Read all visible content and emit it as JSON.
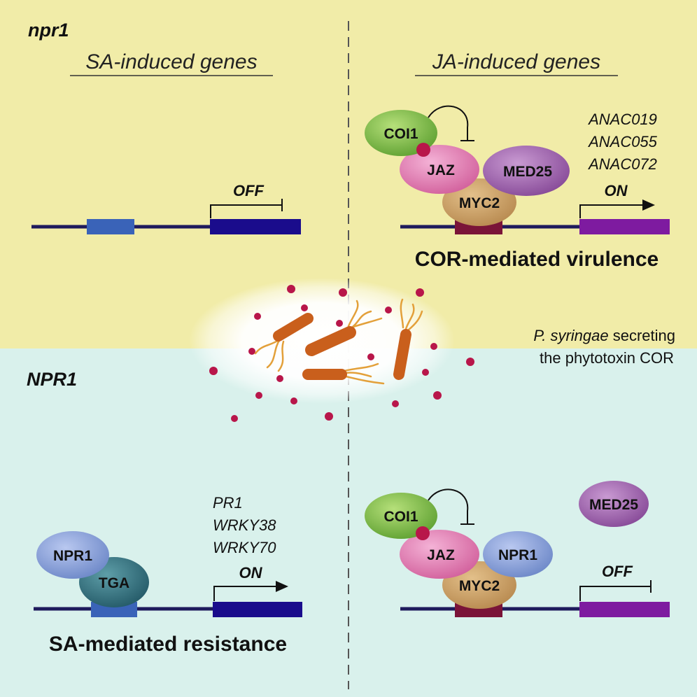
{
  "colors": {
    "top_bg": "#f1eca8",
    "bottom_bg": "#d9f1ec",
    "dna": "#1e1a5c",
    "gene_sa": "#1a0c8c",
    "gene_ja": "#7e1ba0",
    "enhancer_sa": "#3a63b8",
    "myc2_site": "#7a1438",
    "coi1": "#7cc247",
    "jaz": "#e27ab2",
    "med25": "#9a5aa8",
    "myc2": "#c99a60",
    "npr1": "#7f9bd8",
    "tga": "#2e6e7e",
    "cor_dot": "#b8164a",
    "bacteria": "#d2691e"
  },
  "top": {
    "genotype": "npr1",
    "left_heading": "SA-induced genes",
    "right_heading": "JA-induced genes",
    "left": {
      "state": "OFF"
    },
    "right": {
      "genes": [
        "ANAC019",
        "ANAC055",
        "ANAC072"
      ],
      "state": "ON",
      "proteins": {
        "coi1": "COI1",
        "jaz": "JAZ",
        "med25": "MED25",
        "myc2": "MYC2"
      },
      "caption": "COR-mediated virulence"
    }
  },
  "middle": {
    "note_species": "P. syringae",
    "note_line1_rest": " secreting",
    "note_line2": "the phytotoxin COR"
  },
  "bottom": {
    "genotype": "NPR1",
    "left": {
      "genes": [
        "PR1",
        "WRKY38",
        "WRKY70"
      ],
      "state": "ON",
      "proteins": {
        "npr1": "NPR1",
        "tga": "TGA"
      },
      "caption": "SA-mediated resistance"
    },
    "right": {
      "state": "OFF",
      "proteins": {
        "coi1": "COI1",
        "jaz": "JAZ",
        "npr1": "NPR1",
        "myc2": "MYC2",
        "med25": "MED25"
      }
    }
  }
}
